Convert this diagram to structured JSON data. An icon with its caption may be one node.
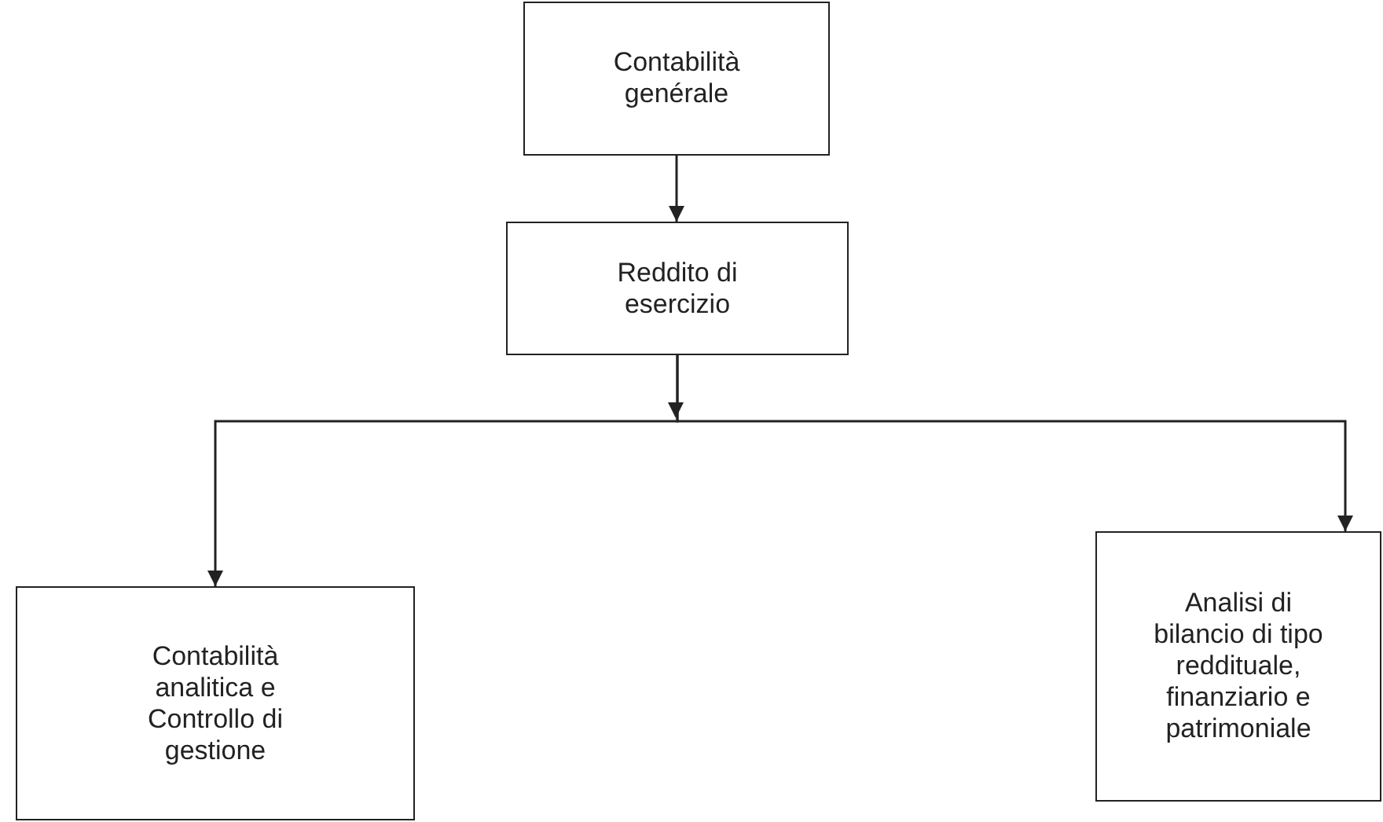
{
  "diagram": {
    "nodes": [
      {
        "text": [
          "Contabilità genérale"
        ]
      },
      {
        "text": [
          "Reddito di esercizio"
        ]
      },
      {
        "text": [
          "Contabilità analitica e Controllo di gestione"
        ]
      },
      {
        "text": [
          "Analisi di bilancio di tipo reddituale, finanziario e patrimoniale"
        ]
      }
    ],
    "edges": [
      {
        "from": 0,
        "to": 1,
        "arrow": "to"
      },
      {
        "from": 1,
        "to": 2,
        "arrow": "to"
      },
      {
        "from": 1,
        "to": 3,
        "arrow": "to"
      }
    ]
  }
}
